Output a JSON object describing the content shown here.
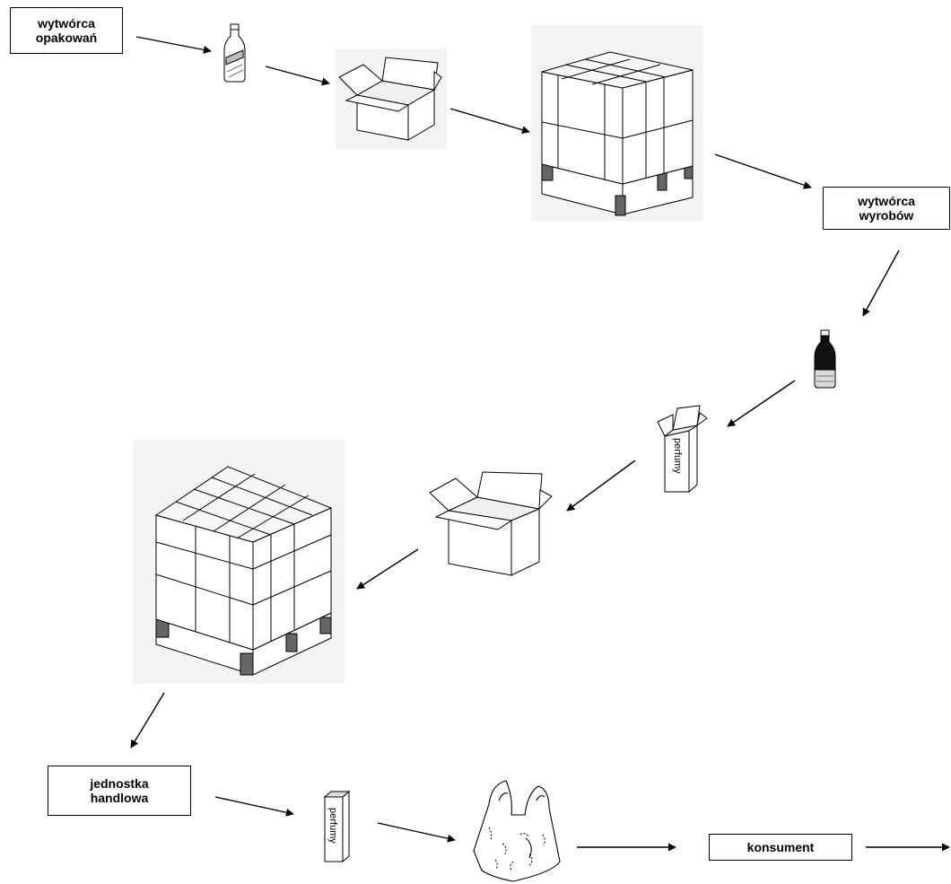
{
  "labels": {
    "packaging_producer": "wytwórca\nopakowań",
    "goods_producer": "wytwórca\nwyrobów",
    "retail_unit": "jednostka\nhandlowa",
    "consumer": "konsument"
  },
  "product_text": "perfumy"
}
